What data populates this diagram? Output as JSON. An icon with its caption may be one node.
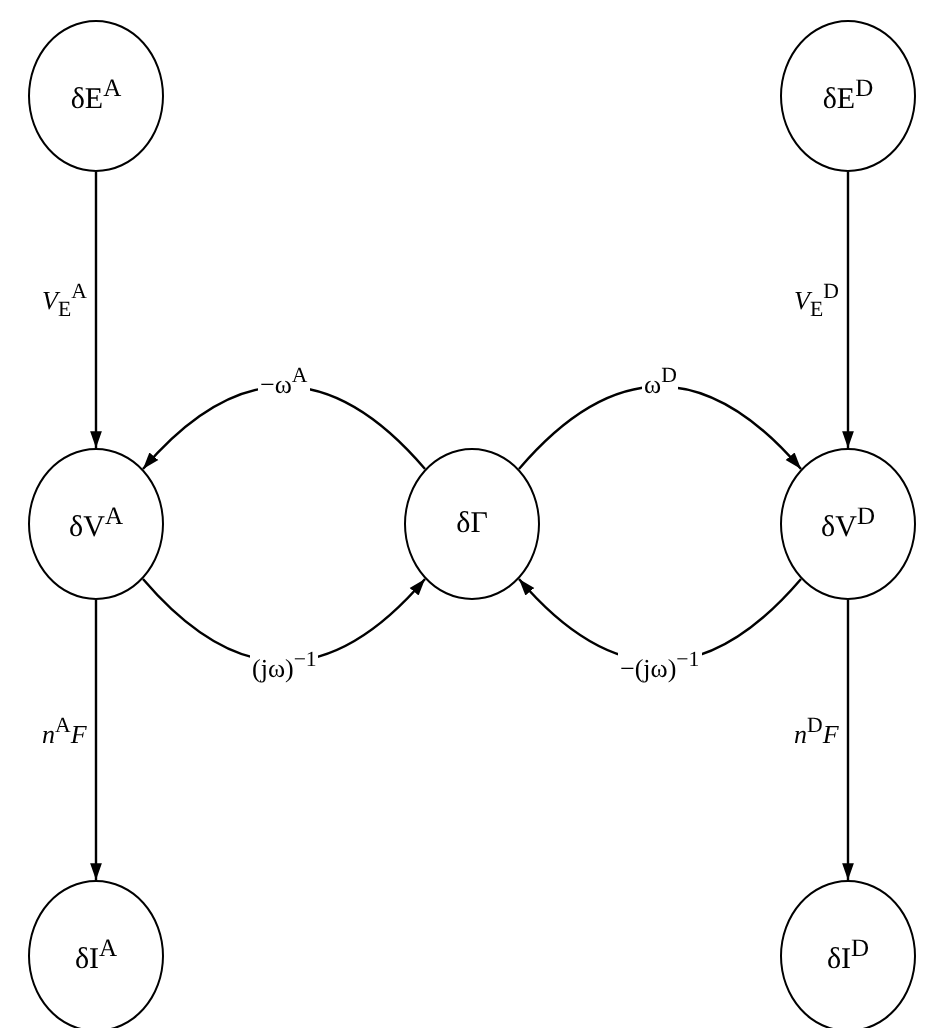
{
  "diagram": {
    "nodes": [
      {
        "text": [
          "δE$^{A}$"
        ]
      },
      {
        "text": [
          "δE$^{D}$"
        ]
      },
      {
        "text": [
          "δV$^{A}$"
        ]
      },
      {
        "text": [
          "δΓ"
        ]
      },
      {
        "text": [
          "δV$^{D}$"
        ]
      },
      {
        "text": [
          "δI$^{A}$"
        ]
      },
      {
        "text": [
          "δI$^{D}$"
        ]
      }
    ],
    "edges": [
      {
        "from": 0,
        "to": 2,
        "arrow": "to",
        "label": "*V*$_{E}$$^{A}$"
      },
      {
        "from": 1,
        "to": 4,
        "arrow": "to",
        "label": "*V*$_{E}$$^{D}$"
      },
      {
        "from": 3,
        "to": 2,
        "arrow": "to",
        "label": "−ω$^{A}$"
      },
      {
        "from": 2,
        "to": 3,
        "arrow": "to",
        "label": "(jω)$^{−1}$"
      },
      {
        "from": 3,
        "to": 4,
        "arrow": "to",
        "label": "ω$^{D}$"
      },
      {
        "from": 4,
        "to": 3,
        "arrow": "to",
        "label": "−(jω)$^{−1}$"
      },
      {
        "from": 2,
        "to": 5,
        "arrow": "to",
        "label": "*n*$^{A}$*F*"
      },
      {
        "from": 4,
        "to": 6,
        "arrow": "to",
        "label": "*n*$^{D}$*F*"
      }
    ]
  }
}
